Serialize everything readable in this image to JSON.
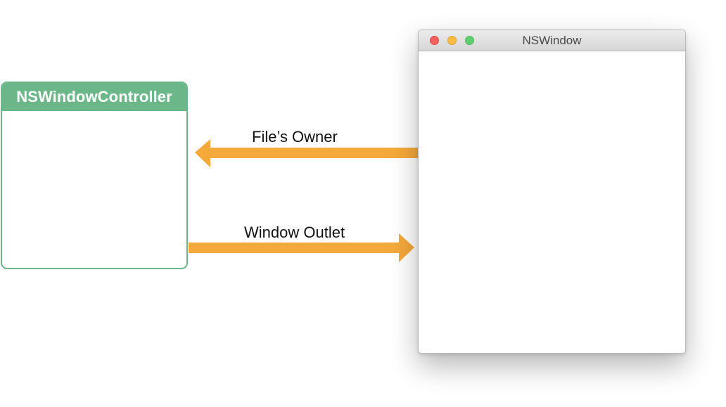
{
  "controller": {
    "title": "NSWindowController",
    "color": "#6cb78a"
  },
  "window": {
    "title": "NSWindow",
    "traffic_lights": [
      "close-icon",
      "minimize-icon",
      "zoom-icon"
    ]
  },
  "connections": {
    "files_owner": {
      "label": "File’s Owner",
      "direction": "window-to-controller"
    },
    "window_outlet": {
      "label": "Window Outlet",
      "direction": "controller-to-window"
    },
    "arrow_color": "#f6a93b"
  }
}
